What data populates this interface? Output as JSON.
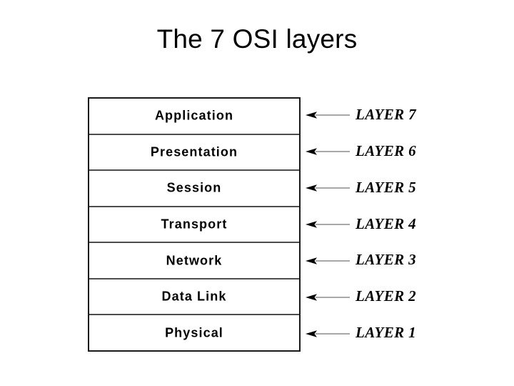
{
  "slide": {
    "title": "The 7 OSI layers",
    "background_color": "#ffffff",
    "text_color": "#000000"
  },
  "diagram": {
    "name": "osi-seven-layer-stack",
    "border_color": "#1a1a1a",
    "divider_color": "#4d4d4d",
    "arrow_color": "#808080",
    "arrowhead_color": "#000000",
    "layers": [
      {
        "name": "Application",
        "number_label": "LAYER 7",
        "icon": "arrow-left-icon"
      },
      {
        "name": "Presentation",
        "number_label": "LAYER 6",
        "icon": "arrow-left-icon"
      },
      {
        "name": "Session",
        "number_label": "LAYER 5",
        "icon": "arrow-left-icon"
      },
      {
        "name": "Transport",
        "number_label": "LAYER 4",
        "icon": "arrow-left-icon"
      },
      {
        "name": "Network",
        "number_label": "LAYER 3",
        "icon": "arrow-left-icon"
      },
      {
        "name": "Data Link",
        "number_label": "LAYER 2",
        "icon": "arrow-left-icon"
      },
      {
        "name": "Physical",
        "number_label": "LAYER 1",
        "icon": "arrow-left-icon"
      }
    ]
  }
}
